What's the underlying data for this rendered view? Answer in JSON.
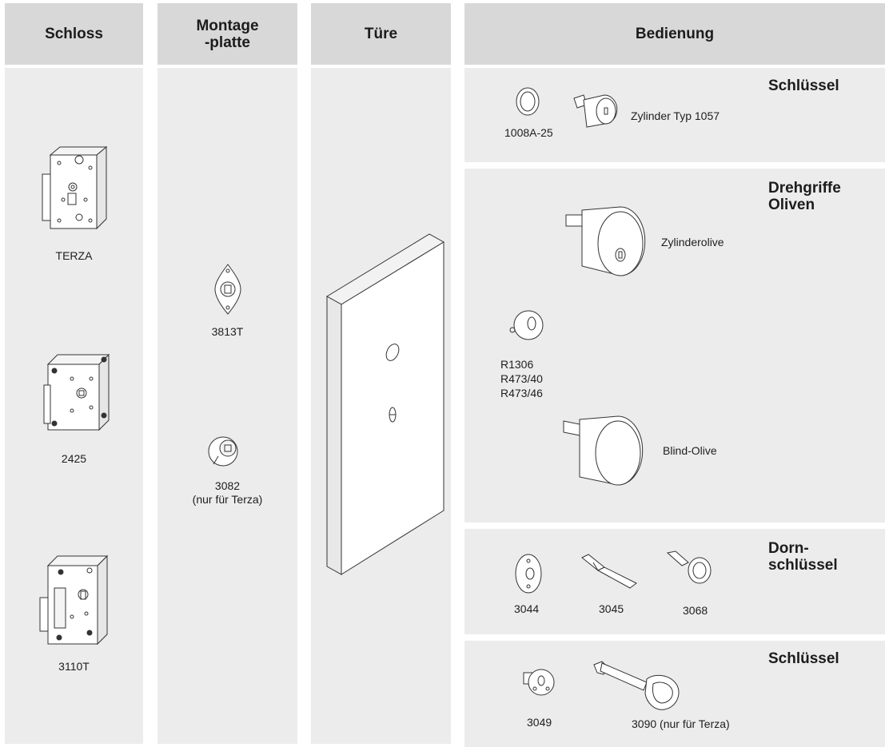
{
  "headers": {
    "schloss": "Schloss",
    "montage_line1": "Montage",
    "montage_line2": "-platte",
    "tuere": "Türe",
    "bedienung": "Bedienung"
  },
  "schloss_items": [
    "TERZA",
    "2425",
    "3110T"
  ],
  "montage_items": {
    "plate1": "3813T",
    "plate2": "3082",
    "plate2_note": "(nur für Terza)"
  },
  "bedienung_sections": {
    "schluessel1": {
      "title": "Schlüssel",
      "labels": [
        "1008A-25",
        "Zylinder Typ 1057"
      ]
    },
    "drehgriffe": {
      "title_line1": "Drehgriffe",
      "title_line2": "Oliven",
      "labels": [
        "Zylinderolive",
        "R1306",
        "R473/40",
        "R473/46",
        "Blind-Olive"
      ]
    },
    "dornschluessel": {
      "title_line1": "Dorn-",
      "title_line2": "schlüssel",
      "labels": [
        "3044",
        "3045",
        "3068"
      ]
    },
    "schluessel2": {
      "title": "Schlüssel",
      "labels": [
        "3049",
        "3090 (nur für Terza)"
      ]
    }
  },
  "colors": {
    "header_bg": "#d8d8d8",
    "cell_bg": "#ececec",
    "line": "#333333"
  }
}
